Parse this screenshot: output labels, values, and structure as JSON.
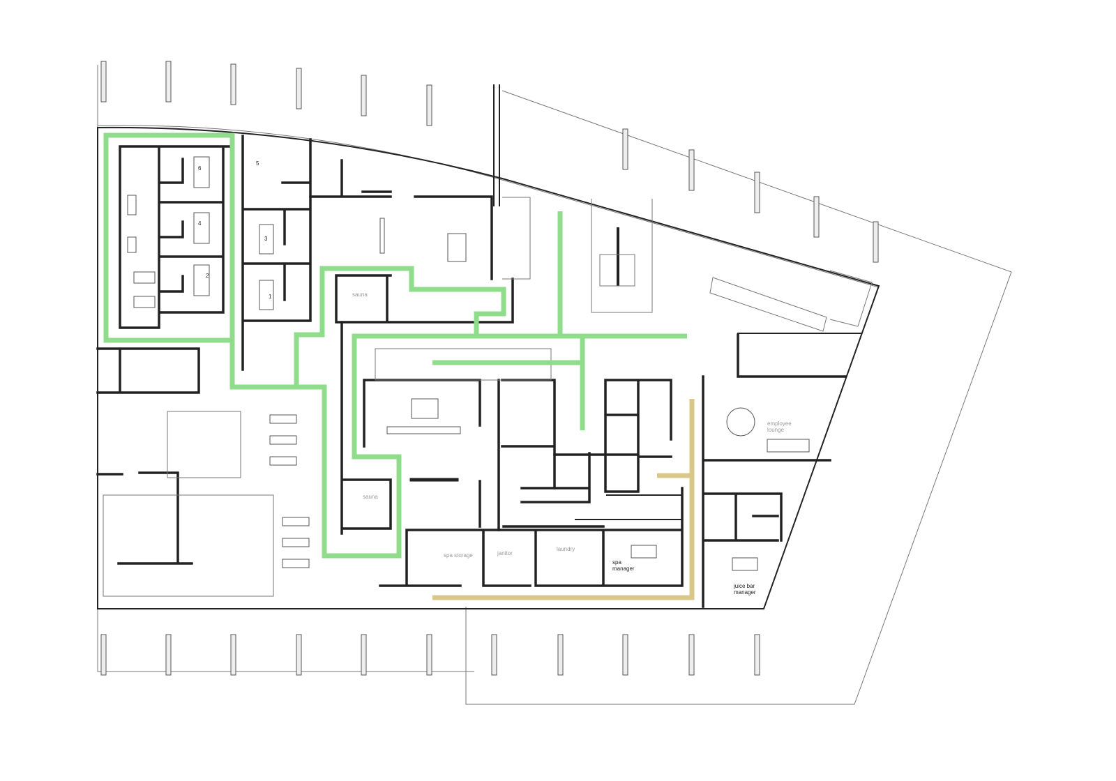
{
  "plan": {
    "rooms": {
      "treatment_6": "6",
      "treatment_5": "5",
      "treatment_4": "4",
      "treatment_3": "3",
      "treatment_2": "2",
      "treatment_1": "1",
      "sauna_upper": "sauna",
      "sauna_lower": "sauna",
      "employee_lounge_line1": "employee",
      "employee_lounge_line2": "lounge",
      "spa_storage": "spa storage",
      "janitor": "janitor",
      "laundry": "laundry",
      "spa_manager_line1": "spa",
      "spa_manager_line2": "manager",
      "juice_bar_manager_line1": "juice bar",
      "juice_bar_manager_line2": "manager"
    },
    "colors": {
      "circulation_green": "#8fdc8a",
      "service_tan": "#d9c88a",
      "walls": "#222222"
    }
  }
}
